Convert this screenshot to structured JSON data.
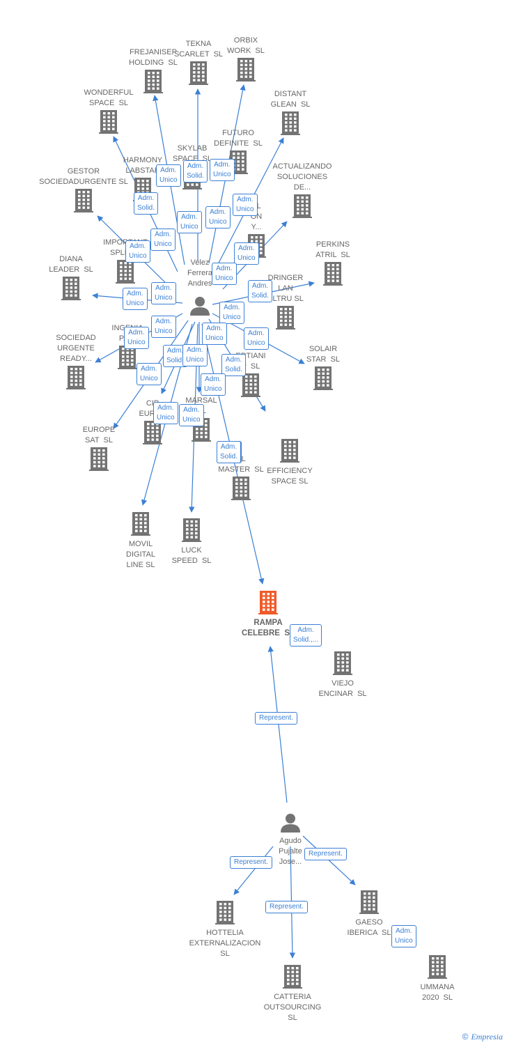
{
  "colors": {
    "edge": "#3a7fd5",
    "building": "#737373",
    "building_main": "#f05a28",
    "person": "#737373",
    "text": "#666666"
  },
  "nodes": [
    {
      "id": "frejanisep",
      "type": "company",
      "label": "FREJANISEP\nHOLDING  SL"
    },
    {
      "id": "tekna",
      "type": "company",
      "label": "TEKNA\nSCARLET  SL"
    },
    {
      "id": "orbix",
      "type": "company",
      "label": "ORBIX\nWORK  SL"
    },
    {
      "id": "wonderful",
      "type": "company",
      "label": "WONDERFUL\nSPACE  SL"
    },
    {
      "id": "distant",
      "type": "company",
      "label": "DISTANT\nGLEAN  SL"
    },
    {
      "id": "futuro",
      "type": "company",
      "label": "FUTURO\nDEFINITE  SL"
    },
    {
      "id": "skylab",
      "type": "company",
      "label": "SKYLAB\nSPACE  SL"
    },
    {
      "id": "harmony",
      "type": "company",
      "label": "HARMONY\nLABSTAR"
    },
    {
      "id": "gestor",
      "type": "company",
      "label": "GESTOR\nSOCIEDADURGENTE SL"
    },
    {
      "id": "actualizando",
      "type": "company",
      "label": "ACTUALIZANDO\nSOLUCIONES\nDE..."
    },
    {
      "id": "al",
      "type": "company",
      "label": "AL\nON\nY..."
    },
    {
      "id": "important",
      "type": "company",
      "label": "IMPORTANT\nSPLEND"
    },
    {
      "id": "perkins",
      "type": "company",
      "label": "PERKINS\nATRIL  SL"
    },
    {
      "id": "diana",
      "type": "company",
      "label": "DIANA\nLEADER  SL"
    },
    {
      "id": "dringer",
      "type": "company",
      "label": "DRINGER\nLAN\nELTRU SL"
    },
    {
      "id": "ingenia",
      "type": "company",
      "label": "INGENIA\nPASI"
    },
    {
      "id": "sociedad",
      "type": "company",
      "label": "SOCIEDAD\nURGENTE\nREADY..."
    },
    {
      "id": "ertiani",
      "type": "company",
      "label": "R\nERTIANI\nP  SL"
    },
    {
      "id": "solair",
      "type": "company",
      "label": "SOLAIR\nSTAR  SL"
    },
    {
      "id": "cip",
      "type": "company",
      "label": "CIP\nEUROP"
    },
    {
      "id": "marsal",
      "type": "company",
      "label": "MARSAL\nSL"
    },
    {
      "id": "efficiency",
      "type": "company",
      "label": "EFFICIENCY\nSPACE SL"
    },
    {
      "id": "europe",
      "type": "company",
      "label": "EUROPE\nSAT  SL"
    },
    {
      "id": "master",
      "type": "company",
      "label": "EL\nMASTER  SL"
    },
    {
      "id": "movil",
      "type": "company",
      "label": "MOVIL\nDIGITAL\nLINE SL"
    },
    {
      "id": "luck",
      "type": "company",
      "label": "LUCK\nSPEED  SL"
    },
    {
      "id": "rampa",
      "type": "main",
      "label": "RAMPA\nCELEBRE  SL"
    },
    {
      "id": "viejo",
      "type": "company",
      "label": "VIEJO\nENCINAR  SL"
    },
    {
      "id": "velez",
      "type": "person",
      "label": "Velez\nFerrera\nAndres"
    },
    {
      "id": "agudo",
      "type": "person",
      "label": "Agudo\nPujalte\nJose..."
    },
    {
      "id": "hottelia",
      "type": "company",
      "label": "HOTTELIA\nEXTERNALIZACION\nSL"
    },
    {
      "id": "catteria",
      "type": "company",
      "label": "CATTERIA\nOUTSOURCING\nSL"
    },
    {
      "id": "gaeso",
      "type": "company",
      "label": "GAESO\nIBERICA  SL"
    },
    {
      "id": "ummana",
      "type": "company",
      "label": "UMMANA\n2020  SL"
    }
  ],
  "edges": [
    {
      "from": "velez",
      "to": "frejanisep",
      "label": ""
    },
    {
      "from": "velez",
      "to": "tekna",
      "label": ""
    },
    {
      "from": "velez",
      "to": "orbix",
      "label": ""
    },
    {
      "from": "velez",
      "to": "wonderful",
      "label": ""
    },
    {
      "from": "velez",
      "to": "distant",
      "label": ""
    },
    {
      "from": "velez",
      "to": "gestor",
      "label": ""
    },
    {
      "from": "velez",
      "to": "actualizando",
      "label": ""
    },
    {
      "from": "velez",
      "to": "perkins",
      "label": ""
    },
    {
      "from": "velez",
      "to": "diana",
      "label": ""
    },
    {
      "from": "velez",
      "to": "sociedad",
      "label": ""
    },
    {
      "from": "velez",
      "to": "solair",
      "label": ""
    },
    {
      "from": "velez",
      "to": "efficiency",
      "label": ""
    },
    {
      "from": "velez",
      "to": "europe",
      "label": ""
    },
    {
      "from": "velez",
      "to": "cip",
      "label": ""
    },
    {
      "from": "velez",
      "to": "marsal",
      "label": ""
    },
    {
      "from": "velez",
      "to": "movil",
      "label": ""
    },
    {
      "from": "velez",
      "to": "luck",
      "label": ""
    },
    {
      "from": "velez",
      "to": "rampa",
      "label": ""
    },
    {
      "from": "agudo",
      "to": "rampa",
      "label": "Represent."
    },
    {
      "from": "agudo",
      "to": "hottelia",
      "label": "Represent."
    },
    {
      "from": "agudo",
      "to": "catteria",
      "label": "Represent."
    },
    {
      "from": "agudo",
      "to": "gaeso",
      "label": "Represent."
    }
  ],
  "badges": [
    {
      "label": "Adm.\nUnico"
    },
    {
      "label": "Adm.\nSolid."
    },
    {
      "label": "Adm.\nUnico"
    },
    {
      "label": "Adm.\nSolid."
    },
    {
      "label": "Adm.\nUnico"
    },
    {
      "label": "Adm.\nUnico"
    },
    {
      "label": "Adm.\nUnico"
    },
    {
      "label": "Adm.\nUnico"
    },
    {
      "label": "Adm.\nUnico"
    },
    {
      "label": "Adm.\nUnico"
    },
    {
      "label": "Adm.\nUnico"
    },
    {
      "label": "Adm.\nUnico"
    },
    {
      "label": "Adm.\nUnico"
    },
    {
      "label": "Adm.\nSolid."
    },
    {
      "label": "Adm.\nUnico"
    },
    {
      "label": "Adm.\nUnico"
    },
    {
      "label": "Adm.\nUnico"
    },
    {
      "label": "Adm.\nUnico"
    },
    {
      "label": "Adm.\nUnico"
    },
    {
      "label": "Adm.\nSolid."
    },
    {
      "label": "Adm.\nUnico"
    },
    {
      "label": "Adm.\nSolid."
    },
    {
      "label": "Adm.\nUnico"
    },
    {
      "label": "Adm.\nUnico"
    },
    {
      "label": "Adm.\nUnico"
    },
    {
      "label": "Adm.\nUnico"
    },
    {
      "label": "Adm.\nUnico"
    },
    {
      "label": "Adm.\nSolid."
    },
    {
      "label": "Adm.\nSolid.,..."
    },
    {
      "label": "Adm.\nUnico"
    }
  ],
  "watermark": {
    "symbol": "©",
    "brand": "Empresia"
  }
}
